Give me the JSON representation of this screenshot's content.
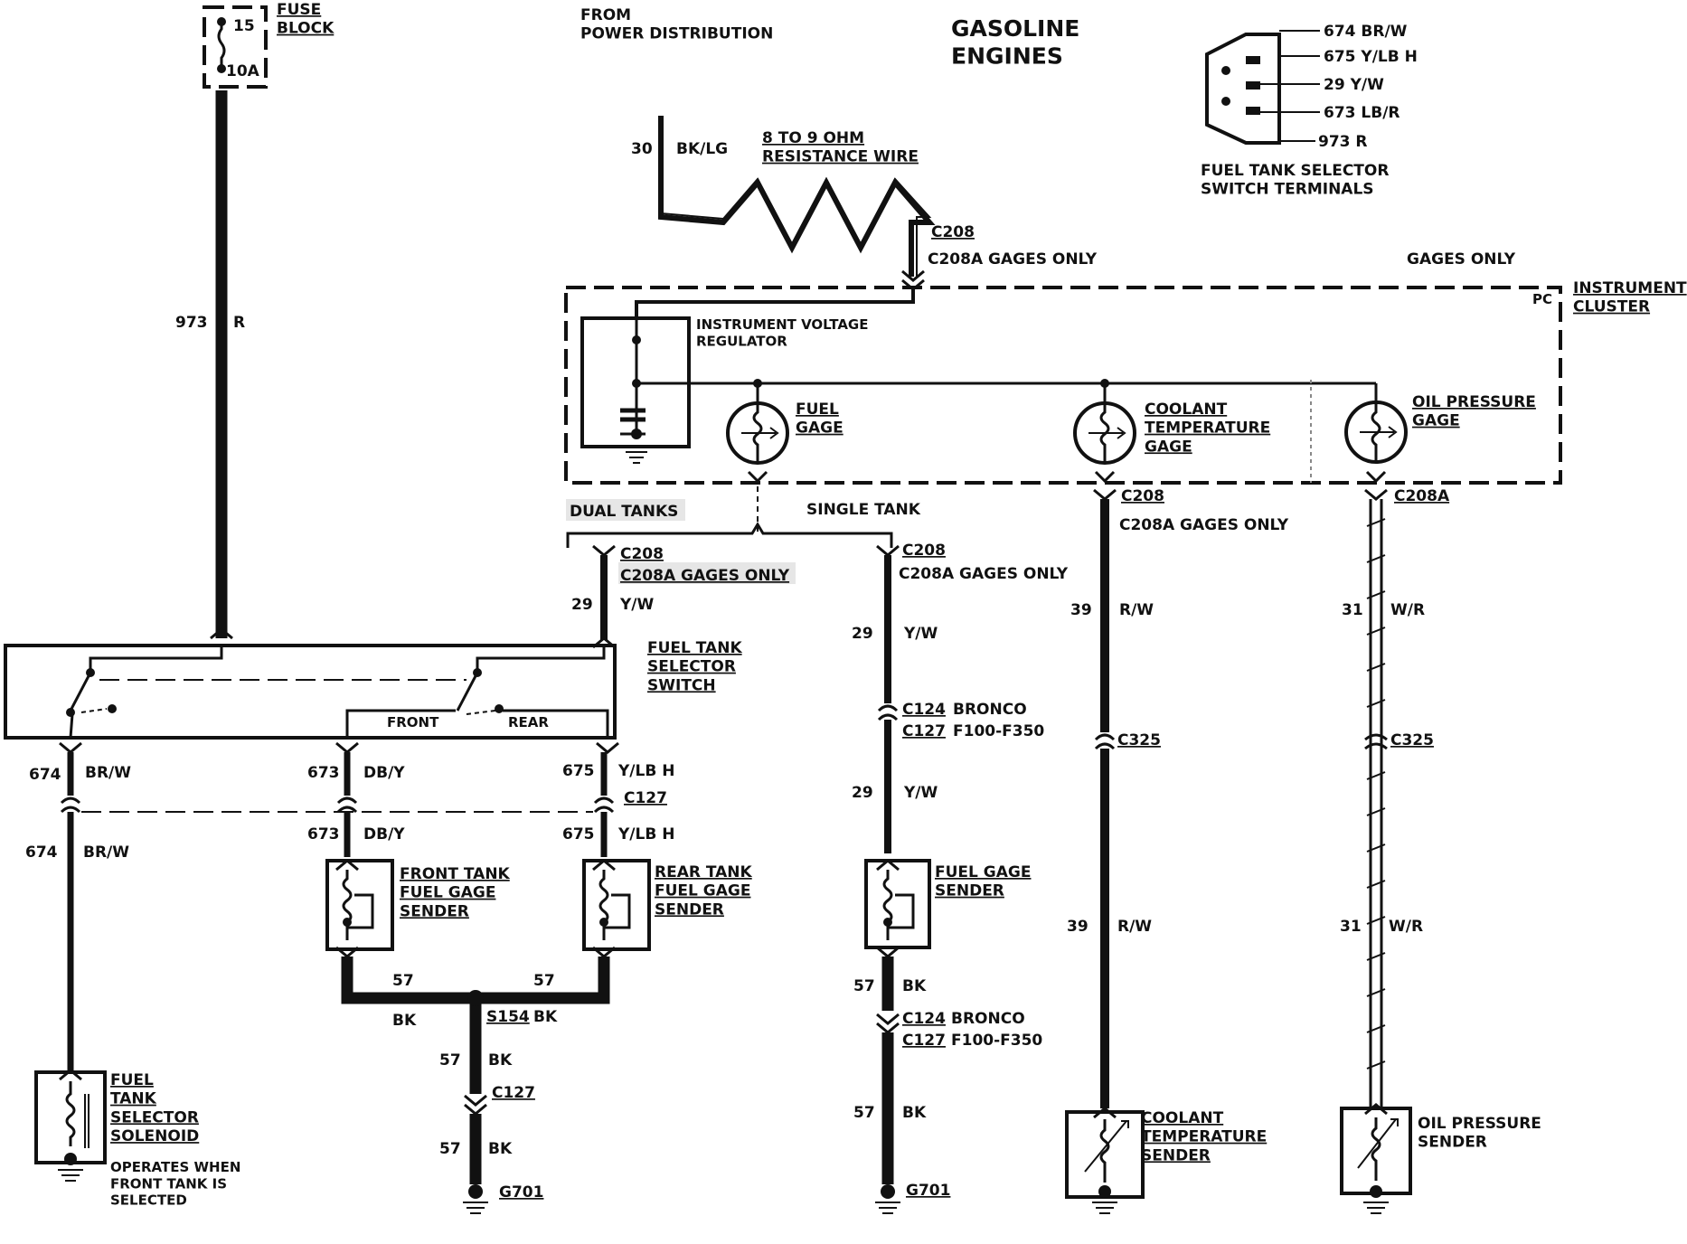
{
  "header": {
    "fuse_block": "FUSE\nBLOCK",
    "fuse_num": "15",
    "fuse_amps": "10A",
    "from": "FROM\nPOWER DISTRIBUTION",
    "title": "GASOLINE\nENGINES"
  },
  "terminals": {
    "wires": [
      "674 BR/W",
      "675 Y/LB H",
      "29 Y/W",
      "673 LB/R",
      "973 R"
    ],
    "caption": "FUEL TANK SELECTOR\nSWITCH TERMINALS"
  },
  "power": {
    "circuit": "30",
    "color": "BK/LG",
    "resistor": "8 TO 9 OHM\nRESISTANCE WIRE",
    "conn": "C208",
    "conn_note": "C208A GAGES ONLY",
    "gages_only": "GAGES ONLY"
  },
  "feed": {
    "circuit": "973",
    "color": "R"
  },
  "cluster": {
    "name": "INSTRUMENT\nCLUSTER",
    "pc": "PC",
    "ivr": "INSTRUMENT VOLTAGE\nREGULATOR",
    "fuel_gage": "FUEL\nGAGE",
    "coolant_gage": "COOLANT\nTEMPERATURE\nGAGE",
    "oil_gage": "OIL PRESSURE\nGAGE"
  },
  "dual": {
    "label": "DUAL TANKS",
    "conn": "C208",
    "conn_note": "C208A GAGES ONLY",
    "circuit": "29",
    "color": "Y/W",
    "switch": "FUEL TANK\nSELECTOR\nSWITCH",
    "front": "FRONT",
    "rear": "REAR",
    "w674": "674",
    "c674": "BR/W",
    "w673": "673",
    "c673": "DB/Y",
    "w675": "675",
    "c675": "Y/LB H",
    "c127": "C127",
    "front_sender": "FRONT TANK\nFUEL GAGE\nSENDER",
    "rear_sender": "REAR TANK\nFUEL GAGE\nSENDER",
    "gnd_circuit": "57",
    "gnd_color": "BK",
    "splice": "S154",
    "ground": "G701",
    "solenoid": "FUEL\nTANK\nSELECTOR\nSOLENOID",
    "solenoid_note": "OPERATES WHEN\nFRONT TANK IS\nSELECTED"
  },
  "single": {
    "label": "SINGLE TANK",
    "conn": "C208",
    "conn_note": "C208A GAGES ONLY",
    "circuit": "29",
    "color": "Y/W",
    "c124": "C124",
    "bronco": "BRONCO",
    "c127": "C127",
    "f100": "F100-F350",
    "sender": "FUEL GAGE\nSENDER",
    "gnd_circuit": "57",
    "gnd_color": "BK",
    "ground": "G701"
  },
  "coolant": {
    "conn": "C208",
    "conn_note": "C208A GAGES ONLY",
    "circuit": "39",
    "color": "R/W",
    "c325": "C325",
    "sender": "COOLANT\nTEMPERATURE\nSENDER"
  },
  "oil": {
    "conn": "C208A",
    "circuit": "31",
    "color": "W/R",
    "c325": "C325",
    "sender": "OIL PRESSURE\nSENDER"
  }
}
